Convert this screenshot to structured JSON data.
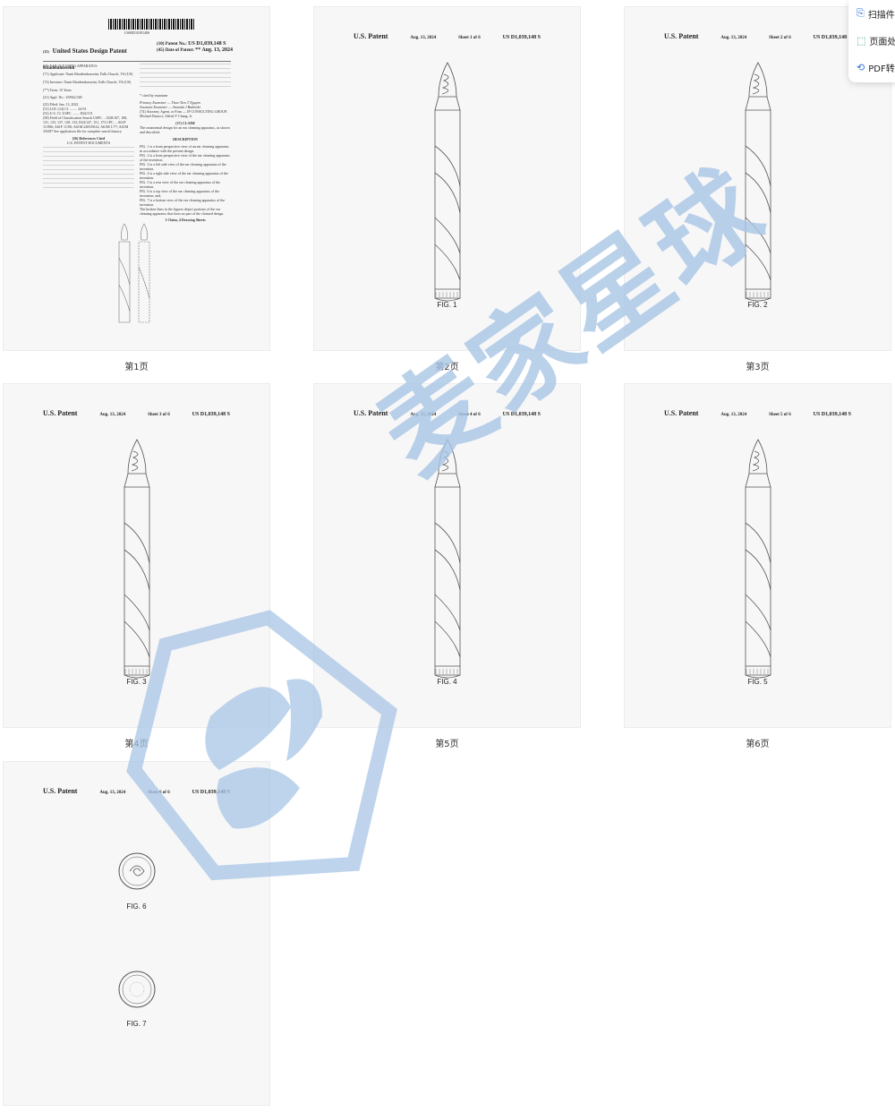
{
  "pages": [
    {
      "label": "第1页",
      "front": {
        "barcode_number": "US00D1039148S",
        "kind_code": "(12)",
        "title": "United States Design Patent",
        "inventor_short": "Khademhosseini",
        "patent_no_label": "(10) Patent No.:",
        "patent_no": "US D1,039,148 S",
        "date_label": "(45) Date of Patent:",
        "date": "** Aug. 13, 2024",
        "left_fields": [
          "(54) EAR CLEANING APPARATUS",
          "(71) Applicant: Nami Khademhosseini, Falls Church, VA (US)",
          "(72) Inventor: Nami Khademhosseini, Falls Church, VA (US)",
          "(**) Term: 15 Years",
          "(21) Appl. No.: 29/842,548",
          "(22) Filed: Jun. 13, 2022",
          "(51) LOC (14) Cl. ........ 24-01",
          "(52) U.S. Cl. USPC ........ D24/151",
          "(58) Field of Classification Search USPC ... D28/107, 108, 131, 133, 137, 128, 133; D24/147, 151, 173 CPC ... A61F 11/006; A61F 11/00; A61M 2205/0612; A61M 1/77; A61M 3/0287 See application file for complete search history.",
          "(56) References Cited",
          "U.S. PATENT DOCUMENTS"
        ],
        "right_fields": [
          "* cited by examiner",
          "Primary Examiner — Thao-Tien T Nguyen",
          "Assistant Examiner — Amanda J Butlinski",
          "(74) Attorney, Agent, or Firm — IP CONSULTING GROUP; Michael Rastoci; Alfred Y Chang, Jr.",
          "(57) CLAIM",
          "The ornamental design for an ear cleaning apparatus, as shown and described.",
          "DESCRIPTION",
          "FIG. 1 is a front perspective view of an ear cleaning apparatus in accordance with the present design.",
          "FIG. 2 is a front perspective view of the ear cleaning apparatus of the invention.",
          "FIG. 3 is a left side view of the ear cleaning apparatus of the invention.",
          "FIG. 4 is a right side view of the ear cleaning apparatus of the invention.",
          "FIG. 5 is a rear view of the ear cleaning apparatus of the invention.",
          "FIG. 6 is a top view of the ear cleaning apparatus of the invention; and,",
          "FIG. 7 is a bottom view of the ear cleaning apparatus of the invention.",
          "The broken lines in the figures depict portions of the ear cleaning apparatus that form no part of the claimed design.",
          "1 Claim, 4 Drawing Sheets"
        ]
      }
    },
    {
      "label": "第2页",
      "header": {
        "left": "U.S. Patent",
        "date": "Aug. 13, 2024",
        "sheet": "Sheet 1 of 6",
        "number": "US D1,039,148 S"
      },
      "figs": [
        "FIG. 1"
      ]
    },
    {
      "label": "第3页",
      "header": {
        "left": "U.S. Patent",
        "date": "Aug. 13, 2024",
        "sheet": "Sheet 2 of 6",
        "number": "US D1,039,148 S"
      },
      "figs": [
        "FIG. 2"
      ]
    },
    {
      "label": "第4页",
      "header": {
        "left": "U.S. Patent",
        "date": "Aug. 13, 2024",
        "sheet": "Sheet 3 of 6",
        "number": "US D1,039,148 S"
      },
      "figs": [
        "FIG. 3"
      ]
    },
    {
      "label": "第5页",
      "header": {
        "left": "U.S. Patent",
        "date": "Aug. 13, 2024",
        "sheet": "Sheet 4 of 6",
        "number": "US D1,039,148 S"
      },
      "figs": [
        "FIG. 4"
      ]
    },
    {
      "label": "第6页",
      "header": {
        "left": "U.S. Patent",
        "date": "Aug. 13, 2024",
        "sheet": "Sheet 5 of 6",
        "number": "US D1,039,148 S"
      },
      "figs": [
        "FIG. 5"
      ]
    },
    {
      "label": "",
      "header": {
        "left": "U.S. Patent",
        "date": "Aug. 13, 2024",
        "sheet": "Sheet 6 of 6",
        "number": "US D1,039,148 S"
      },
      "figs": [
        "FIG. 6",
        "FIG. 7"
      ]
    }
  ],
  "context_menu": {
    "items": [
      {
        "label": "扫描件",
        "icon": "scan-icon",
        "color": "#2f6fd6"
      },
      {
        "label": "页面处",
        "icon": "page-crop-icon",
        "color": "#1e9a4a"
      },
      {
        "label": "PDF转",
        "icon": "pdf-convert-icon",
        "color": "#2f6fd6"
      }
    ]
  },
  "watermark": {
    "text": "麦家星球",
    "color": "#a9c6e6"
  }
}
